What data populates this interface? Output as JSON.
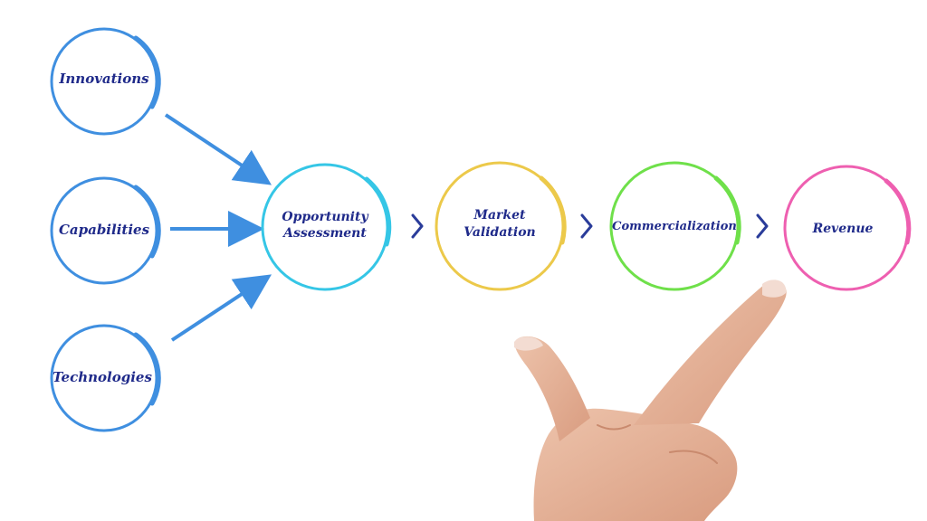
{
  "diagram": {
    "colors": {
      "input_blue": "#3f8fe0",
      "opportunity_cyan": "#35c6e6",
      "market_yellow": "#ecc94a",
      "commercial_green": "#6fe04a",
      "revenue_pink": "#ee5fb0",
      "label_navy": "#1f2a8a",
      "chevron_navy": "#2a3c9a",
      "skin": "#e6b49a",
      "skin_shadow": "#c98a6e",
      "nail": "#f3dcd2"
    },
    "inputs": [
      {
        "id": "innovations",
        "label": "Innovations"
      },
      {
        "id": "capabilities",
        "label": "Capabilities"
      },
      {
        "id": "technologies",
        "label": "Technologies"
      }
    ],
    "stages": [
      {
        "id": "opportunity",
        "lines": [
          "Opportunity",
          "Assessment"
        ]
      },
      {
        "id": "market",
        "lines": [
          "Market",
          "Validation"
        ]
      },
      {
        "id": "commercialization",
        "lines": [
          "Commercialization"
        ]
      },
      {
        "id": "revenue",
        "lines": [
          "Revenue"
        ]
      }
    ],
    "connector_icons": [
      "arrow-icon",
      "chevron-right-icon"
    ],
    "photo": {
      "subject": "hand-pointing-icon"
    }
  }
}
